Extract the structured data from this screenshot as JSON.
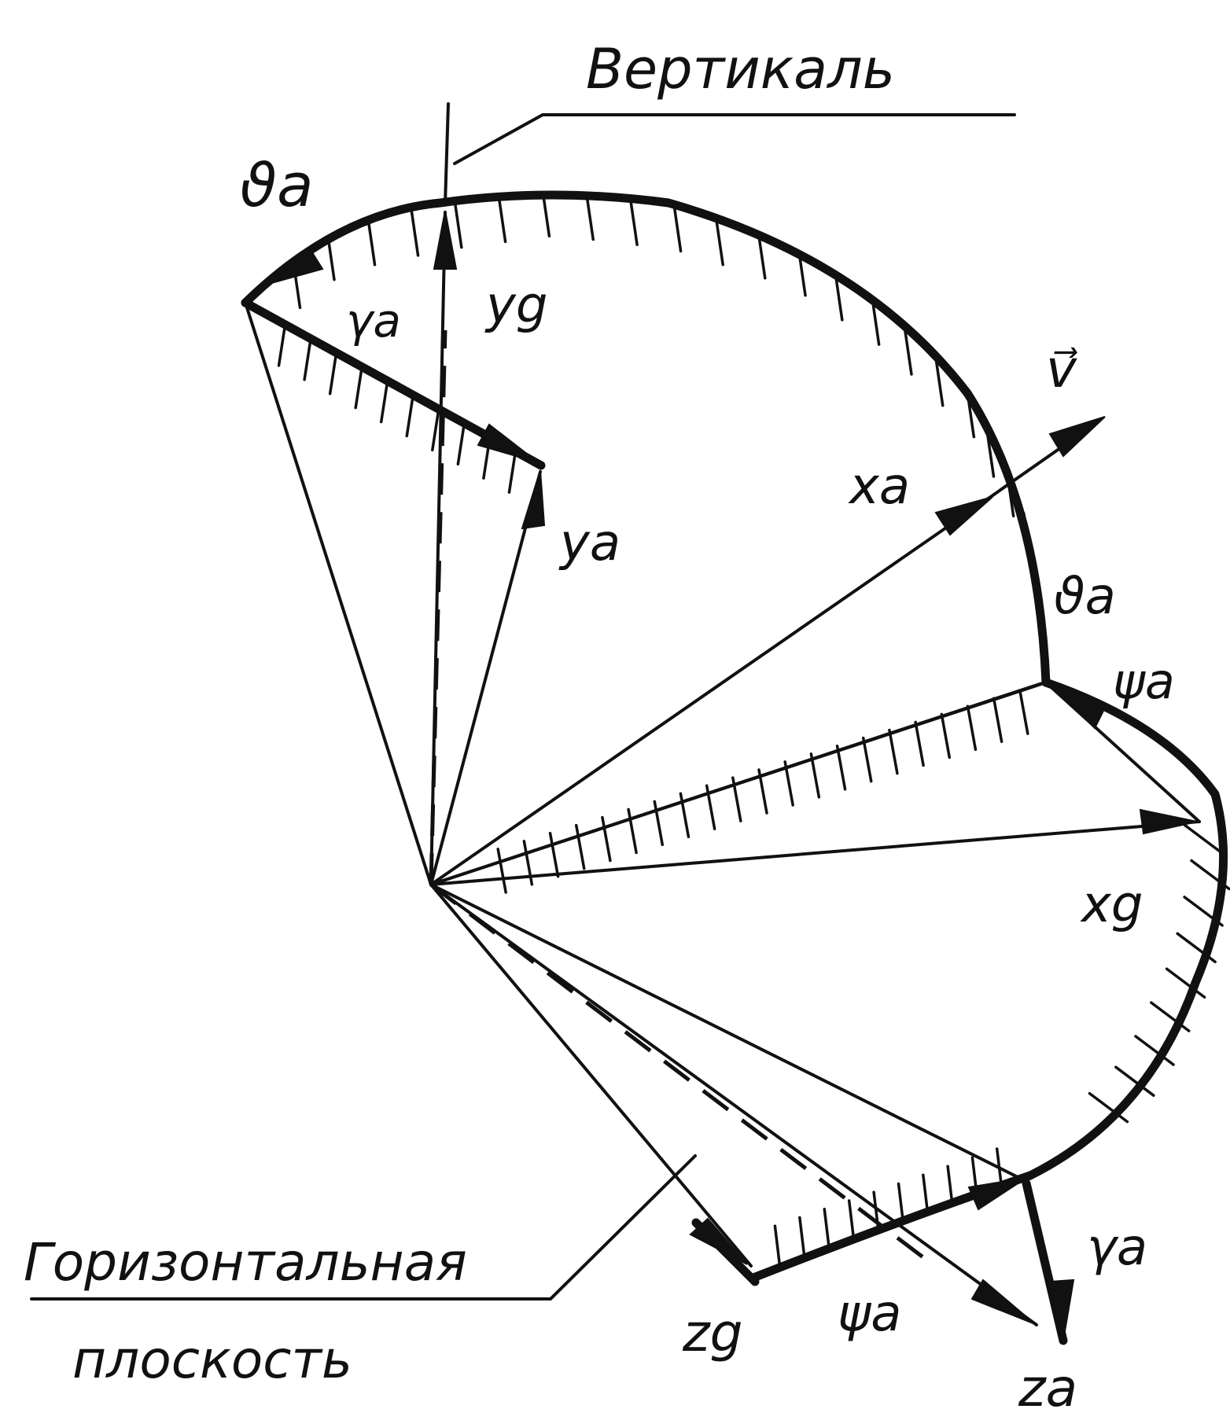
{
  "labels": {
    "vertical": "Вертикаль",
    "horizontal_line1": "Горизонтальная",
    "horizontal_line2": "плоскость",
    "theta_top": "ϑa",
    "gamma_top": "γa",
    "yg": "yg",
    "ya": "ya",
    "xa": "xa",
    "v": "v⃗",
    "theta_right": "ϑa",
    "psi_right": "ψa",
    "xg": "xg",
    "gamma_bottom": "γa",
    "psi_bottom": "ψa",
    "zg": "zg",
    "za": "za"
  }
}
